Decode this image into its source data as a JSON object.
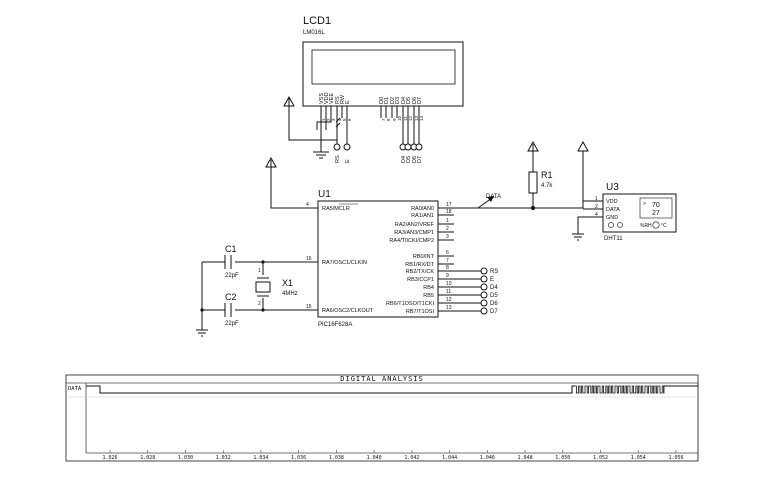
{
  "lcd": {
    "ref": "LCD1",
    "model": "LM016L",
    "pins": [
      "VSS",
      "VDD",
      "VEE",
      "RS",
      "RW",
      "E",
      "D0",
      "D1",
      "D2",
      "D3",
      "D4",
      "D5",
      "D6",
      "D7"
    ],
    "pin_numbers": [
      "1",
      "2",
      "3",
      "4",
      "5",
      "6",
      "7",
      "8",
      "9",
      "10",
      "11",
      "12",
      "13",
      "14"
    ],
    "net_labels": [
      "RS",
      "E",
      "D4",
      "D5",
      "D6",
      "D7"
    ]
  },
  "mcu": {
    "ref": "U1",
    "model": "PIC16F628A",
    "left_pins": [
      {
        "num": "4",
        "name": "RA5/MCLR"
      },
      {
        "num": "16",
        "name": "RA7/OSC1/CLKIN"
      },
      {
        "num": "15",
        "name": "RA6/OSC2/CLKOUT"
      }
    ],
    "right_pins": [
      {
        "num": "17",
        "name": "RA0/AN0"
      },
      {
        "num": "18",
        "name": "RA1/AN1"
      },
      {
        "num": "1",
        "name": "RA2/AN2/VREF"
      },
      {
        "num": "2",
        "name": "RA3/AN3/CMP1"
      },
      {
        "num": "3",
        "name": "RA4/T0CKI/CMP2"
      },
      {
        "num": "6",
        "name": "RB0/INT"
      },
      {
        "num": "7",
        "name": "RB1/RX/DT"
      },
      {
        "num": "8",
        "name": "RB2/TX/CK"
      },
      {
        "num": "9",
        "name": "RB3/CCP1"
      },
      {
        "num": "10",
        "name": "RB4"
      },
      {
        "num": "11",
        "name": "RB5"
      },
      {
        "num": "12",
        "name": "RB6/T1OSO/T1CKI"
      },
      {
        "num": "13",
        "name": "RB7/T1OSI"
      }
    ],
    "port_labels": [
      "RS",
      "E",
      "D4",
      "D5",
      "D6",
      "D7"
    ]
  },
  "data_net_label": "DATA",
  "resistor": {
    "ref": "R1",
    "value": "4.7k"
  },
  "sensor": {
    "ref": "U3",
    "model": "DHT11",
    "pins": [
      {
        "num": "1",
        "name": "VDD"
      },
      {
        "num": "2",
        "name": "DATA"
      },
      {
        "num": "4",
        "name": "GND"
      }
    ],
    "readout_top": "70",
    "readout_bottom": "27",
    "unit_text": "%RH",
    "unit_text2": "°C"
  },
  "capacitors": [
    {
      "ref": "C1",
      "value": "22pF"
    },
    {
      "ref": "C2",
      "value": "22pF"
    }
  ],
  "crystal": {
    "ref": "X1",
    "value": "4MHz"
  },
  "analyzer": {
    "title": "DIGITAL ANALYSIS",
    "channel": "DATA",
    "ticks": [
      "1.026",
      "1.028",
      "1.030",
      "1.032",
      "1.034",
      "1.036",
      "1.038",
      "1.040",
      "1.042",
      "1.044",
      "1.046",
      "1.048",
      "1.050",
      "1.052",
      "1.054",
      "1.056"
    ]
  }
}
